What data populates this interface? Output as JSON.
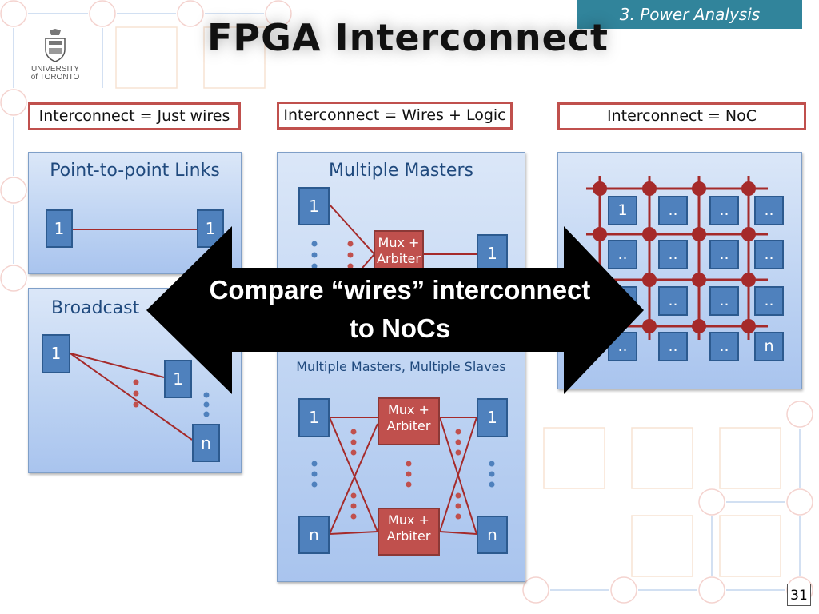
{
  "section_tag": "3. Power Analysis",
  "title": "FPGA Interconnect",
  "logo": {
    "line1": "UNIVERSITY",
    "line2": "of TORONTO"
  },
  "columns": [
    {
      "label": "Interconnect = Just wires"
    },
    {
      "label": "Interconnect = Wires + Logic"
    },
    {
      "label": "Interconnect = NoC"
    }
  ],
  "point_to_point": {
    "title": "Point-to-point Links",
    "left_node": "1",
    "right_node": "1"
  },
  "broadcast": {
    "title": "Broadcast",
    "source": "1",
    "dest_top": "1",
    "dest_bottom": "n"
  },
  "multiple_masters": {
    "title": "Multiple Masters",
    "master": "1",
    "mux": "Mux + Arbiter",
    "slave": "1"
  },
  "multi_master_slave": {
    "title": "Multiple Masters, Multiple Slaves",
    "master_top": "1",
    "master_bottom": "n",
    "mux_top": "Mux + Arbiter",
    "mux_bottom": "Mux + Arbiter",
    "slave_top": "1",
    "slave_bottom": "n"
  },
  "noc": {
    "nodes": [
      "1",
      "..",
      "..",
      "..",
      "..",
      "..",
      "..",
      "..",
      "..",
      "..",
      "..",
      "..",
      "..",
      "..",
      "..",
      "n"
    ]
  },
  "callout": {
    "line1": "Compare “wires” interconnect",
    "line2": "to NoCs"
  },
  "page_number": "31",
  "colors": {
    "accent_red": "#c0504d",
    "node_blue": "#4f81bd",
    "tag_teal": "#31849b",
    "arrow": "#000000"
  }
}
